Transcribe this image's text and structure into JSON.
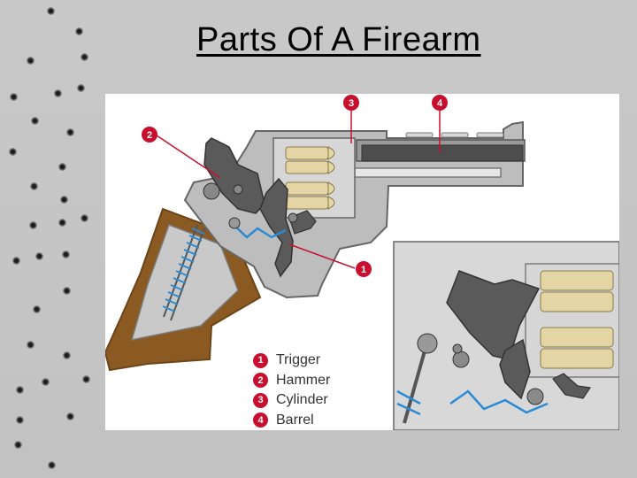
{
  "slide": {
    "title": "Parts Of A Firearm"
  },
  "diagram": {
    "callouts": [
      "1",
      "2",
      "3",
      "4"
    ],
    "legend": [
      {
        "num": "1",
        "label": "Trigger"
      },
      {
        "num": "2",
        "label": "Hammer"
      },
      {
        "num": "3",
        "label": "Cylinder"
      },
      {
        "num": "4",
        "label": "Barrel"
      }
    ]
  },
  "colors": {
    "background": "#c4c4c4",
    "accent_red": "#c8102e",
    "metal_gray": "#bdbdbd",
    "dark_gray": "#555555",
    "grip_brown": "#8a5a22",
    "spring_blue": "#2a8ad4",
    "cartridge_brass": "#e3d6a4"
  }
}
